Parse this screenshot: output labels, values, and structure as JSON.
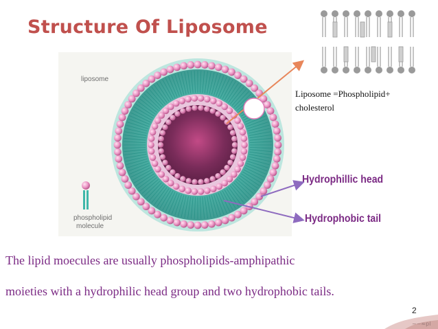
{
  "slide": {
    "title": "Structure Of Liposome",
    "figure": {
      "liposome_label": "liposome",
      "molecule_label_line1": "phospholipid",
      "molecule_label_line2": "molecule"
    },
    "callout": {
      "line1": "Liposome =Phospholipid+",
      "line2": "cholesterol"
    },
    "hydrophilic_label": "Hydrophillic head",
    "hydrophobic_label": "Hydrophobic tail",
    "body_line1": "The lipid moecules are usually phospholipids-amphipathic",
    "body_line2": "moieties with a hydrophilic head group and two hydrophobic tails.",
    "page_number": "2"
  },
  "colors": {
    "title": "#c0504d",
    "label_purple": "#7b2a84",
    "head_pink": "#e07bb8",
    "tail_teal": "#3fb7a9",
    "arrow_orange": "#e8865a",
    "arrow_purple": "#8e6bbf"
  }
}
